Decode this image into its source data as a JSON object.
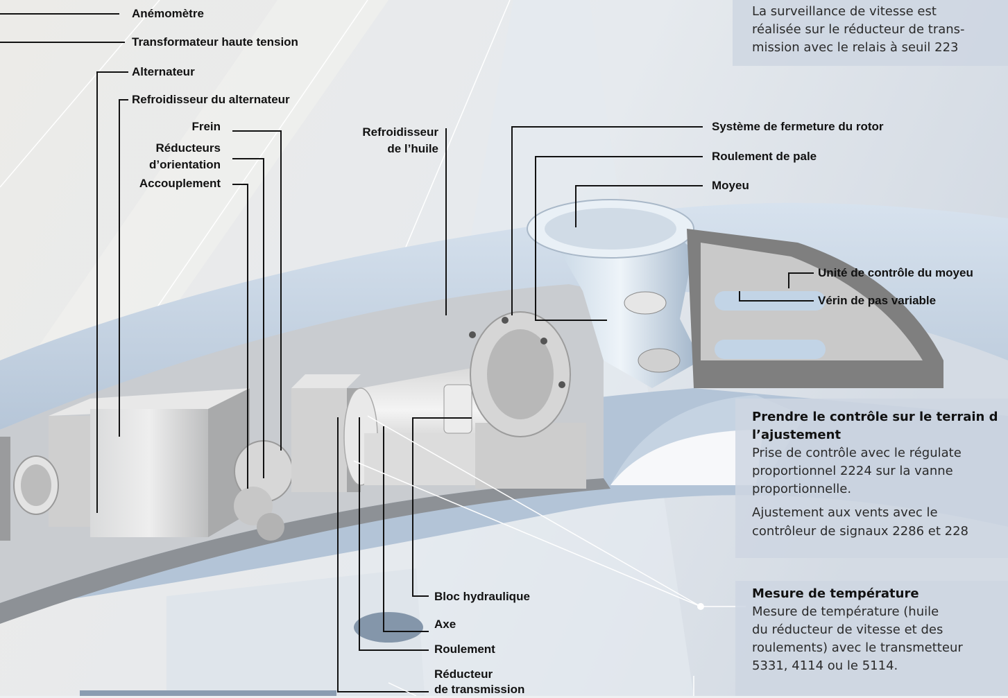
{
  "labels_left": {
    "anemometre": "Anémomètre",
    "transformateur": "Transformateur haute tension",
    "alternateur": "Alternateur",
    "refroidisseur_alternateur": "Refroidisseur du alternateur",
    "frein": "Frein",
    "reducteurs_orientation_1": "Réducteurs",
    "reducteurs_orientation_2": "d’orientation",
    "accouplement": "Accouplement"
  },
  "labels_center": {
    "refroidisseur_huile_1": "Refroidisseur",
    "refroidisseur_huile_2": "de l’huile"
  },
  "labels_right": {
    "systeme_fermeture": "Système de fermeture du rotor",
    "roulement_pale": "Roulement de pale",
    "moyeu": "Moyeu",
    "unite_controle": "Unité de contrôle du moyeu",
    "verin": "Vérin de pas variable"
  },
  "labels_bottom": {
    "bloc_hydraulique": "Bloc hydraulique",
    "axe": "Axe",
    "roulement": "Roulement",
    "reducteur_1": "Réducteur",
    "reducteur_2": "de transmission"
  },
  "panel_speed": {
    "line1": "La surveillance de vitesse est",
    "line2": "réalisée sur le réducteur de trans-",
    "line3": "mission avec le relais à seuil 223"
  },
  "panel_control": {
    "title1": "Prendre le contrôle sur le terrain d",
    "title2": "l’ajustement",
    "line1": "Prise de contrôle avec le régulate",
    "line2": "proportionnel 2224 sur la vanne",
    "line3": "proportionnelle.",
    "line4": "Ajustement aux vents avec le",
    "line5": "contrôleur de signaux 2286 et 228"
  },
  "panel_temperature": {
    "title": "Mesure de température",
    "line1": "Mesure de température (huile",
    "line2": "du réducteur de vitesse et des",
    "line3": "roulements) avec le transmetteur",
    "line4": "5331, 4114 ou le 5114."
  }
}
